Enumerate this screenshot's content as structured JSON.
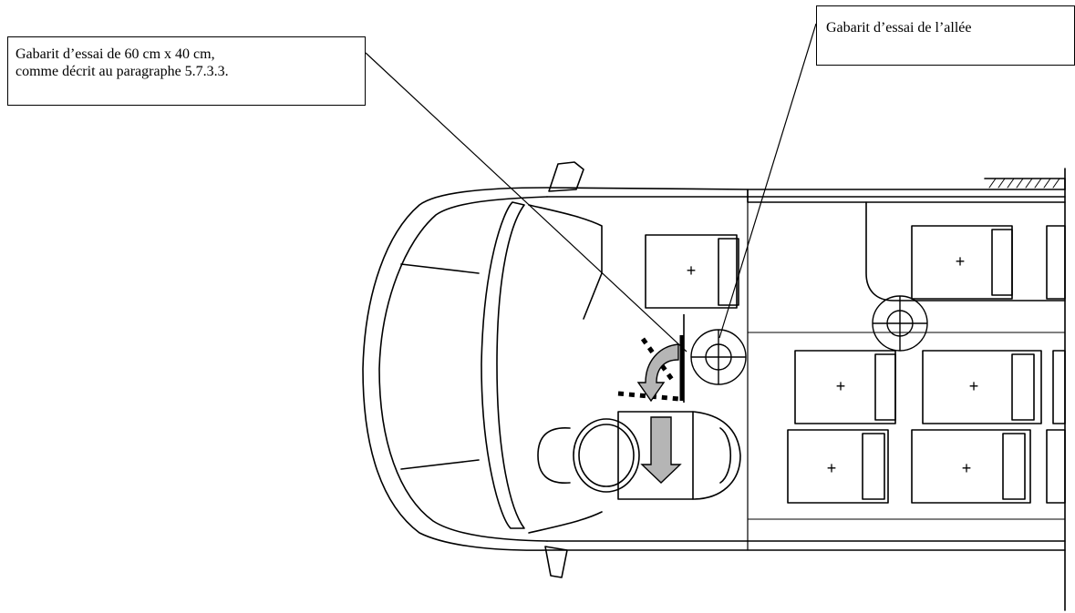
{
  "callouts": {
    "left": {
      "line1": "Gabarit d’essai de 60 cm x 40 cm,",
      "line2": "comme décrit au paragraphe 5.7.3.3."
    },
    "right": {
      "text": "Gabarit d’essai de l’allée"
    }
  },
  "drawing": {
    "seat_marker": "+",
    "colors": {
      "ink": "#000000",
      "arrow_fill": "#b5b5b5"
    }
  }
}
